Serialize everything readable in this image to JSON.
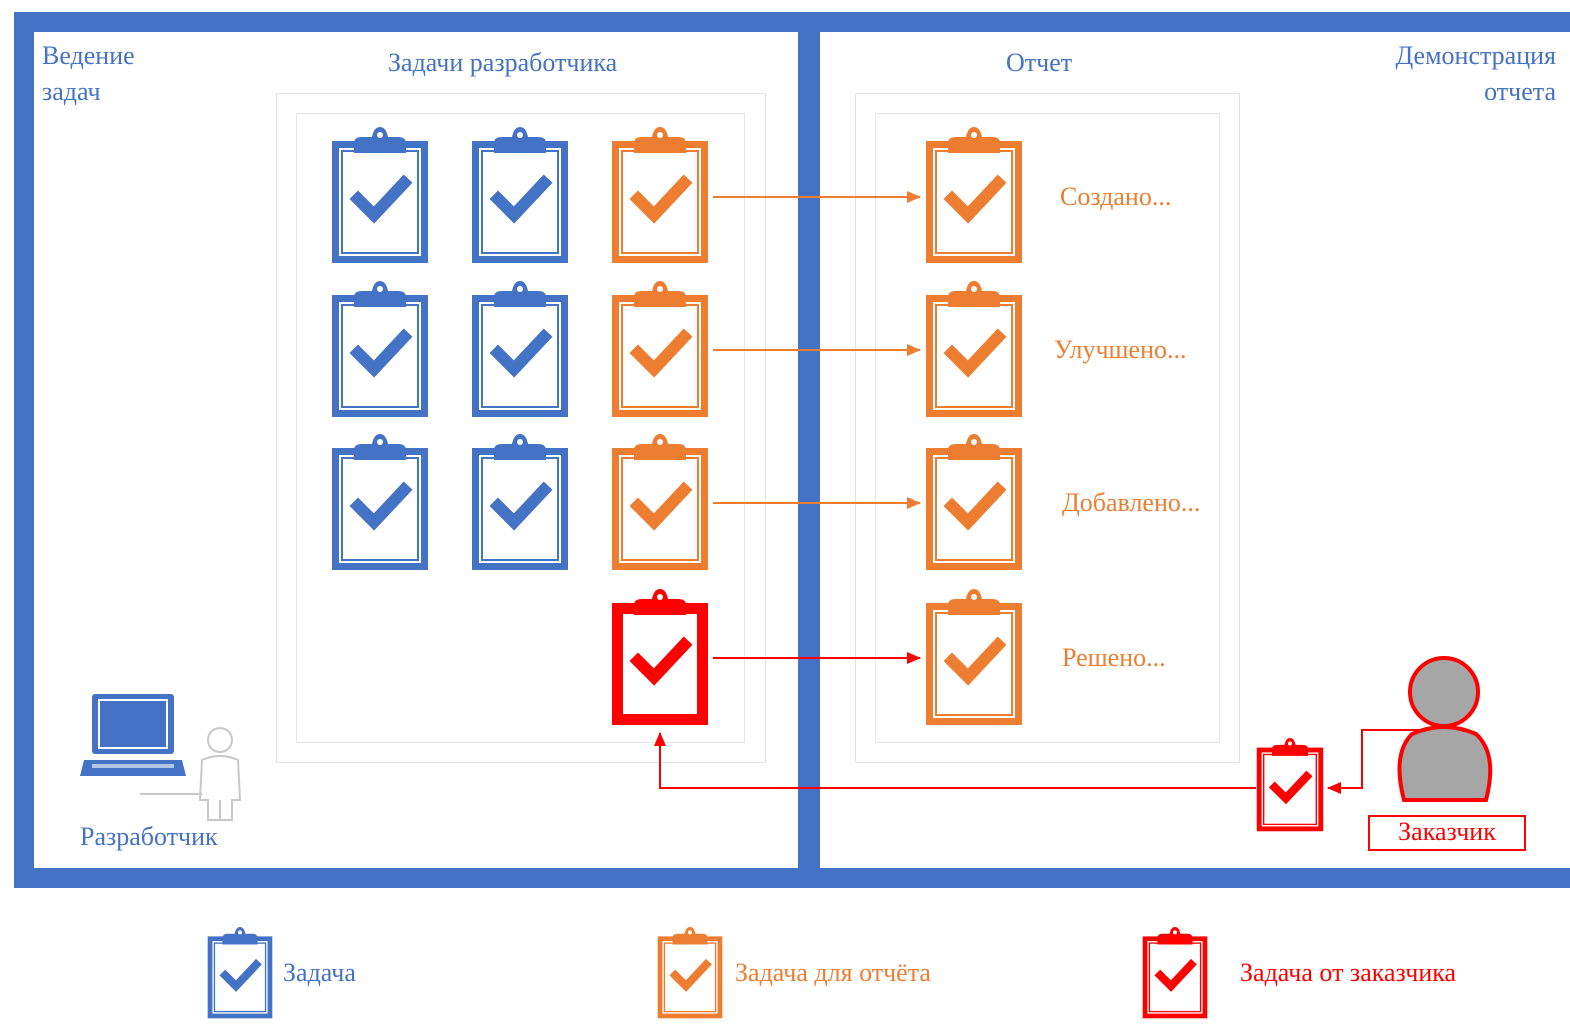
{
  "colors": {
    "blue": "#4472c4",
    "orange": "#ed7d31",
    "red": "#ff0000",
    "gray": "#a6a6a6"
  },
  "left_panel": {
    "title_line1": "Ведение",
    "title_line2": "задач",
    "subtitle": "Задачи разработчика",
    "developer_label": "Разработчик",
    "developer_icons": [
      "laptop-icon",
      "person-icon"
    ]
  },
  "right_panel": {
    "subtitle": "Отчет",
    "title_line1": "Демонстрация",
    "title_line2": "отчета",
    "report_items": [
      "Создано...",
      "Улучшено...",
      "Добавлено...",
      "Решено..."
    ],
    "customer_label": "Заказчик",
    "customer_icon": "customer-icon"
  },
  "legend": [
    {
      "label": "Задача",
      "kind": "task"
    },
    {
      "label": "Задача для отчёта",
      "kind": "report-task"
    },
    {
      "label": "Задача от заказчика",
      "kind": "customer-task"
    }
  ],
  "icon_name": "clipboard-check-icon"
}
